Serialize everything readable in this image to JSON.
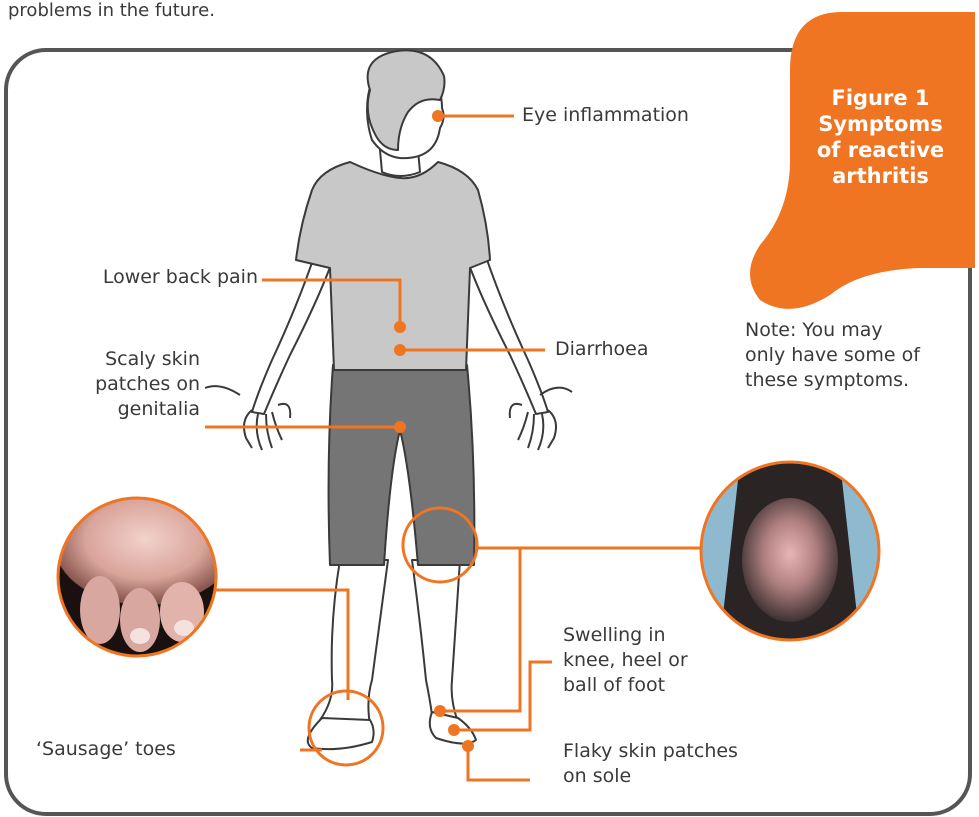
{
  "intro_text": "problems in the future.",
  "figure": {
    "number": "Figure 1",
    "title_lines": [
      "Symptoms",
      "of reactive",
      "arthritis"
    ]
  },
  "note_lines": [
    "Note: You may",
    "only have some of",
    "these symptoms."
  ],
  "labels": {
    "eye": "Eye inflammation",
    "back": "Lower back pain",
    "diarrhoea": "Diarrhoea",
    "skin_lines": [
      "Scaly skin",
      "patches on",
      "genitalia"
    ],
    "toes": "‘Sausage’ toes",
    "swelling_lines": [
      "Swelling in",
      "knee, heel or",
      "ball of foot"
    ],
    "flaky_lines": [
      "Flaky skin patches",
      "on sole"
    ]
  },
  "colors": {
    "accent": "#f07522",
    "frame": "#555555",
    "shirt": "#c8c8c8",
    "shorts": "#757575"
  }
}
